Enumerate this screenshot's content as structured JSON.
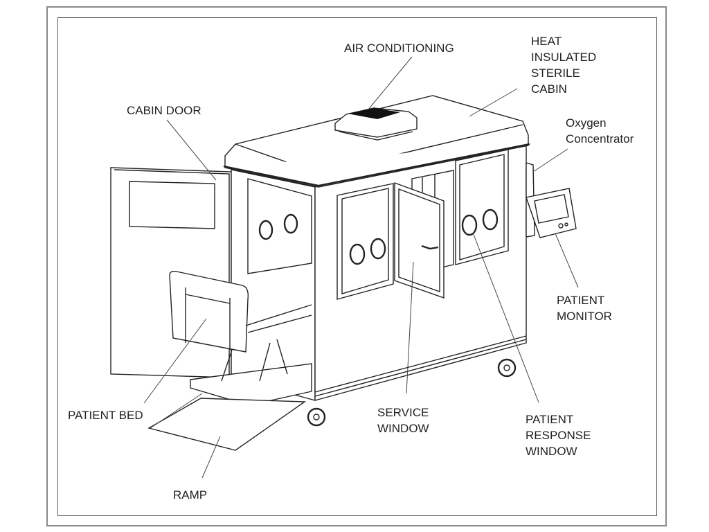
{
  "diagram": {
    "subject": "Mobile isolation cabin with patient bed",
    "colors": {
      "line": "#222222",
      "background": "#ffffff",
      "frame": "#8a8a8a"
    },
    "labels": {
      "air_conditioning": "AIR CONDITIONING",
      "heat_insulated_cabin": "HEAT\nINSULATED\nSTERILE\nCABIN",
      "oxygen_concentrator": "Oxygen\nConcentrator",
      "cabin_door": "CABIN DOOR",
      "patient_monitor": "PATIENT\nMONITOR",
      "patient_bed": "PATIENT BED",
      "service_window": "SERVICE\nWINDOW",
      "patient_response_window": "PATIENT\nRESPONSE\nWINDOW",
      "ramp": "RAMP"
    }
  }
}
